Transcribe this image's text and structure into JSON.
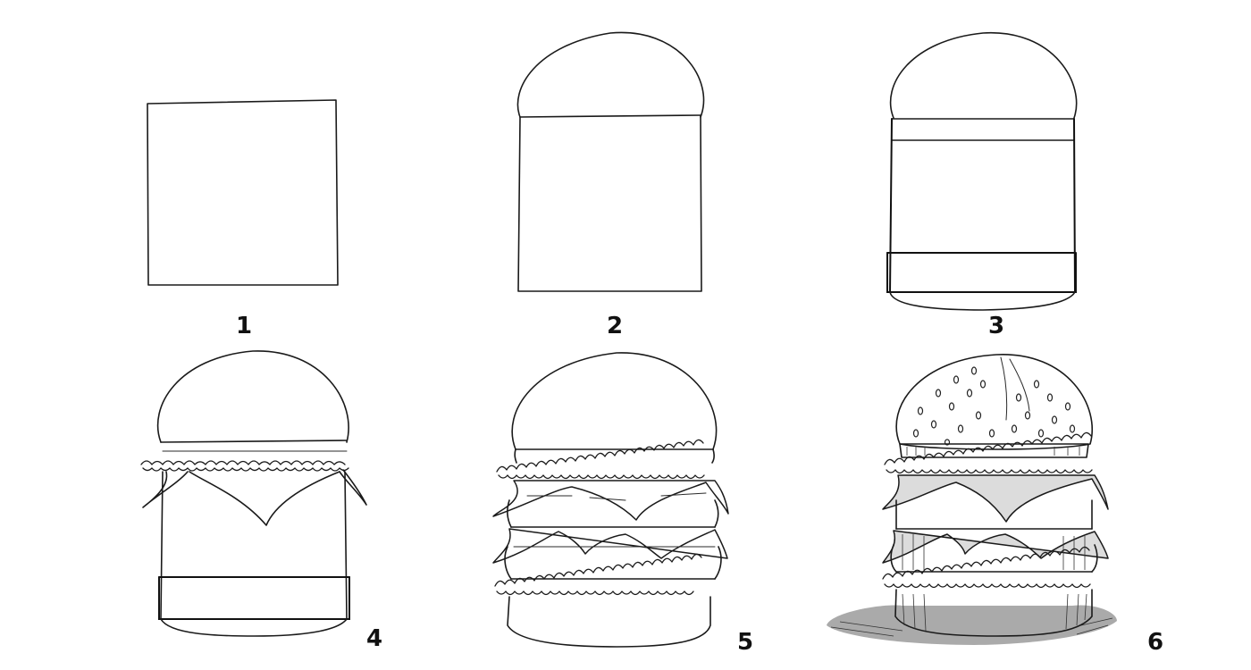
{
  "steps": [
    {
      "label": "1",
      "stage": "square"
    },
    {
      "label": "2",
      "stage": "top-bun"
    },
    {
      "label": "3",
      "stage": "bun-bands"
    },
    {
      "label": "4",
      "stage": "lettuce-cheese"
    },
    {
      "label": "5",
      "stage": "patties"
    },
    {
      "label": "6",
      "stage": "shaded-final"
    }
  ],
  "colors": {
    "ink": "#1a1a1a",
    "paper": "#ffffff"
  }
}
